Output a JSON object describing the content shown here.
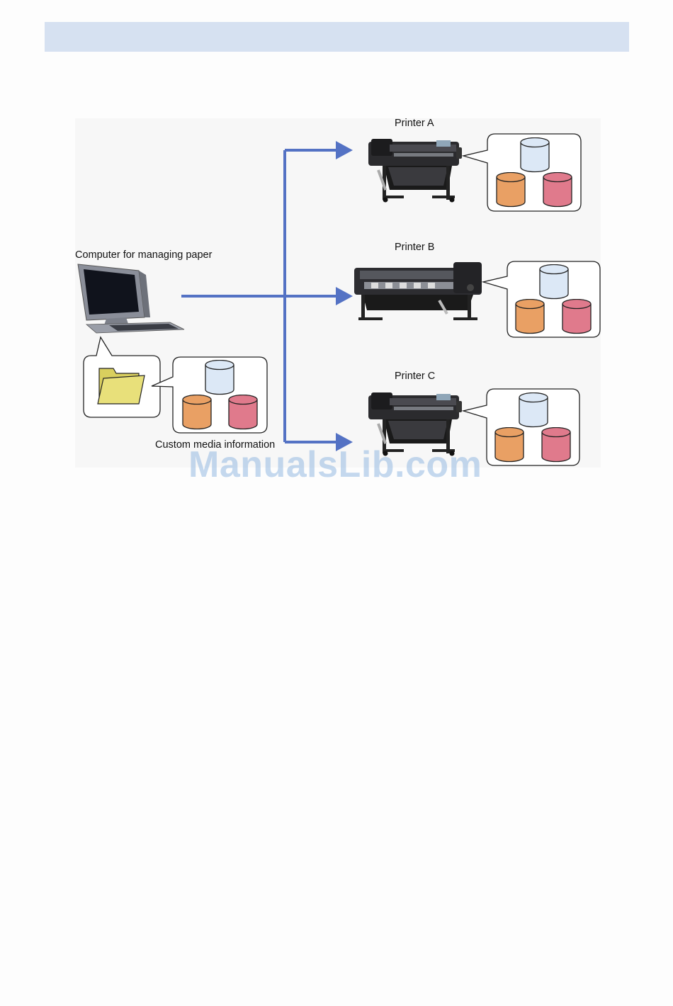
{
  "header": {
    "background": "#d6e1f1"
  },
  "diagram": {
    "computer_label": "Computer for managing paper",
    "printer_a_label": "Printer A",
    "printer_b_label": "Printer B",
    "printer_c_label": "Printer C",
    "custom_media_label": "Custom media information",
    "arrow_color": "#5472c4",
    "cylinder_colors": {
      "blue": "#dce8f6",
      "orange": "#e9a064",
      "pink": "#e07a8c"
    },
    "folder_color": "#e8e07a"
  },
  "watermark": {
    "text": "ManualsLib.com"
  }
}
